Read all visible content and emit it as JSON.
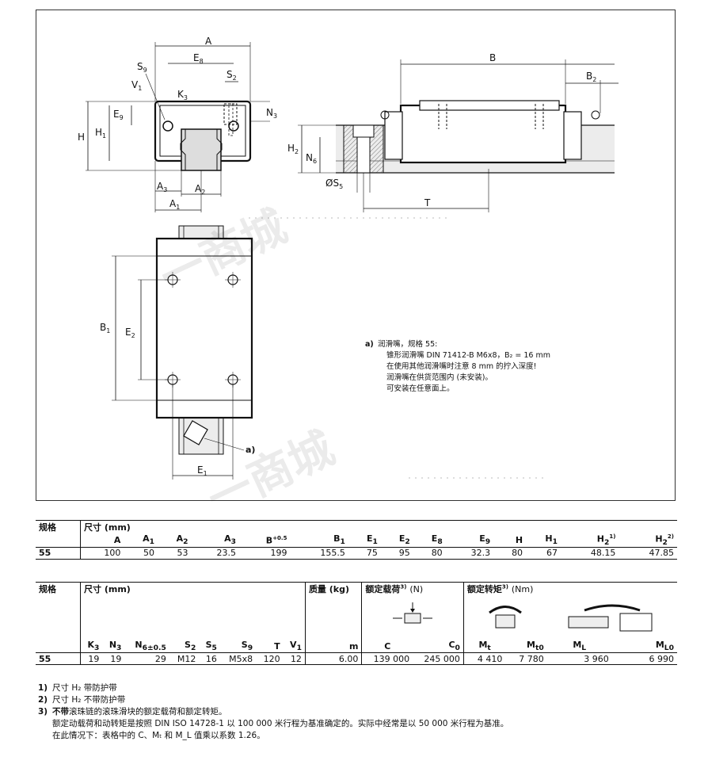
{
  "drawing": {
    "labels": {
      "A": "A",
      "E8": "E",
      "E8s": "8",
      "S9": "S",
      "S9s": "9",
      "V1": "V",
      "V1s": "1",
      "K3": "K",
      "K3s": "3",
      "S2": "S",
      "S2s": "2",
      "N3": "N",
      "N3s": "3",
      "E9": "E",
      "E9s": "9",
      "H": "H",
      "H1": "H",
      "H1s": "1",
      "A3": "A",
      "A3s": "3",
      "A2": "A",
      "A2s": "2",
      "A1": "A",
      "A1s": "1",
      "B": "B",
      "B2": "B",
      "B2s": "2",
      "H2": "H",
      "H2s": "2",
      "N6": "N",
      "N6s": "6",
      "S5": "ØS",
      "S5s": "5",
      "T": "T",
      "B1": "B",
      "B1s": "1",
      "E2": "E",
      "E2s": "2",
      "E1": "E",
      "E1s": "1",
      "a": "a)"
    },
    "note": {
      "label": "a)",
      "lines": [
        "润滑嘴，规格 55:",
        "锥形润滑嘴 DIN 71412-B M6x8，B₂ = 16 mm",
        "在使用其他润滑嘴时注意 8 mm 的拧入深度!",
        "润滑嘴在供货范围内 (未安装)。",
        "可安装在任意面上。"
      ]
    },
    "watermark_text": "一商城"
  },
  "table1": {
    "col_size": "规格",
    "col_dim": "尺寸 (mm)",
    "headers": [
      "A",
      "A",
      "A",
      "A",
      "B",
      "B",
      "E",
      "E",
      "E",
      "E",
      "H",
      "H",
      "H",
      "H"
    ],
    "header_subs": [
      "",
      "1",
      "2",
      "3",
      "+0.5",
      "1",
      "1",
      "2",
      "8",
      "9",
      "",
      "1",
      "2)",
      "2)"
    ],
    "size": "55",
    "values": [
      "100",
      "50",
      "53",
      "23.5",
      "199",
      "155.5",
      "75",
      "95",
      "80",
      "32.3",
      "80",
      "67",
      "48.15",
      "47.85"
    ]
  },
  "table2": {
    "col_size": "规格",
    "col_dim": "尺寸 (mm)",
    "col_mass": "质量 (kg)",
    "col_load": "额定载荷",
    "col_load_sup": "3)",
    "col_load_unit": "(N)",
    "col_torque": "额定转矩",
    "col_torque_sup": "3)",
    "col_torque_unit": "(Nm)",
    "headers": [
      "K",
      "N",
      "N",
      "S",
      "S",
      "S",
      "T",
      "V",
      "m",
      "C",
      "C",
      "M",
      "M",
      "M",
      "M"
    ],
    "header_subs": [
      "3",
      "3",
      "6±0.5",
      "2",
      "5",
      "9",
      "",
      "1",
      "",
      "",
      "0",
      "t",
      "t0",
      "L",
      "L0"
    ],
    "size": "55",
    "values": [
      "19",
      "19",
      "29",
      "M12",
      "16",
      "M5x8",
      "120",
      "12",
      "6.00",
      "139 000",
      "245 000",
      "4 410",
      "7 780",
      "3 960",
      "6 990"
    ]
  },
  "footnotes": {
    "f1_num": "1)",
    "f1": "尺寸 H₂ 带防护带",
    "f2_num": "2)",
    "f2": "尺寸 H₂ 不带防护带",
    "f3_num": "3)",
    "f3_bold": "不带",
    "f3": "滚珠链的滚珠滑块的额定载荷和额定转矩。",
    "f3_l2": "额定动载荷和动转矩是按照 DIN ISO 14728-1 以 100 000 米行程为基准确定的。实际中经常是以 50 000 米行程为基准。",
    "f3_l3": "在此情况下：表格中的 C、Mₜ 和 M_L 值乘以系数 1.26。"
  }
}
